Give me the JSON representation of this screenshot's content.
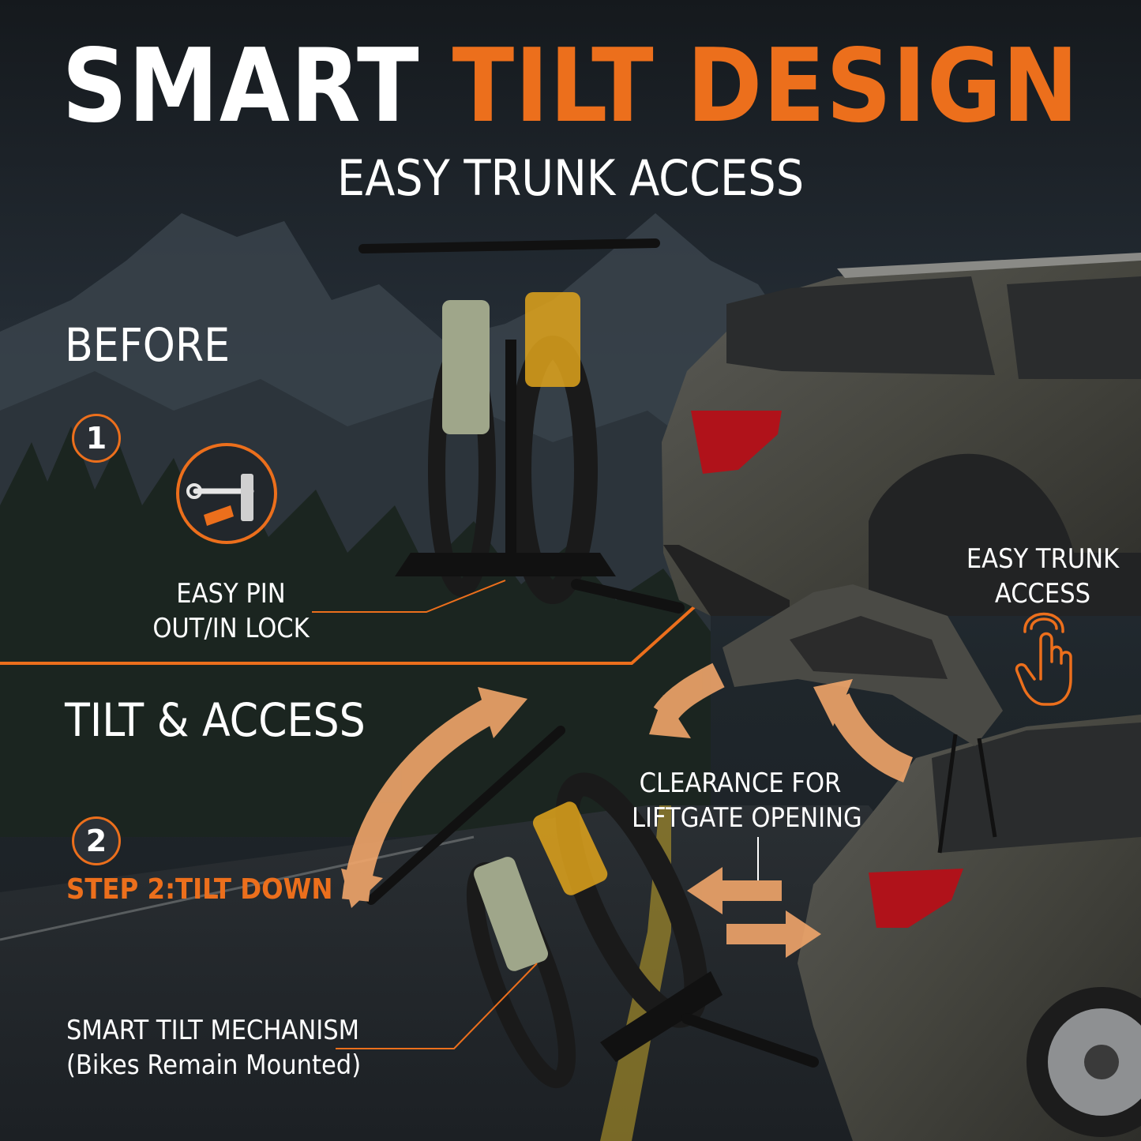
{
  "headline": {
    "part_white": "SMART",
    "part_orange": "TILT DESIGN"
  },
  "subheadline": "EASY TRUNK ACCESS",
  "before": {
    "label": "BEFORE",
    "step_number": "1",
    "callout_line1": "EASY PIN",
    "callout_line2": "OUT/IN LOCK",
    "icon": "pin-lock-icon"
  },
  "tilt": {
    "label": "TILT & ACCESS",
    "step_number": "2",
    "step_text": "STEP 2:TILT DOWN",
    "mechanism_line1": "SMART TILT MECHANISM",
    "mechanism_line2": "(Bikes Remain Mounted)"
  },
  "trunk_callout": {
    "line1": "EASY TRUNK",
    "line2": "ACCESS",
    "icon": "tap-hand-icon"
  },
  "clearance_callout": {
    "line1": "CLEARANCE FOR",
    "line2": "LIFTGATE OPENING"
  },
  "colors": {
    "accent": "#ec6f1c",
    "arrow": "#f0a56a",
    "background": "#1c2126",
    "text": "#ffffff"
  }
}
